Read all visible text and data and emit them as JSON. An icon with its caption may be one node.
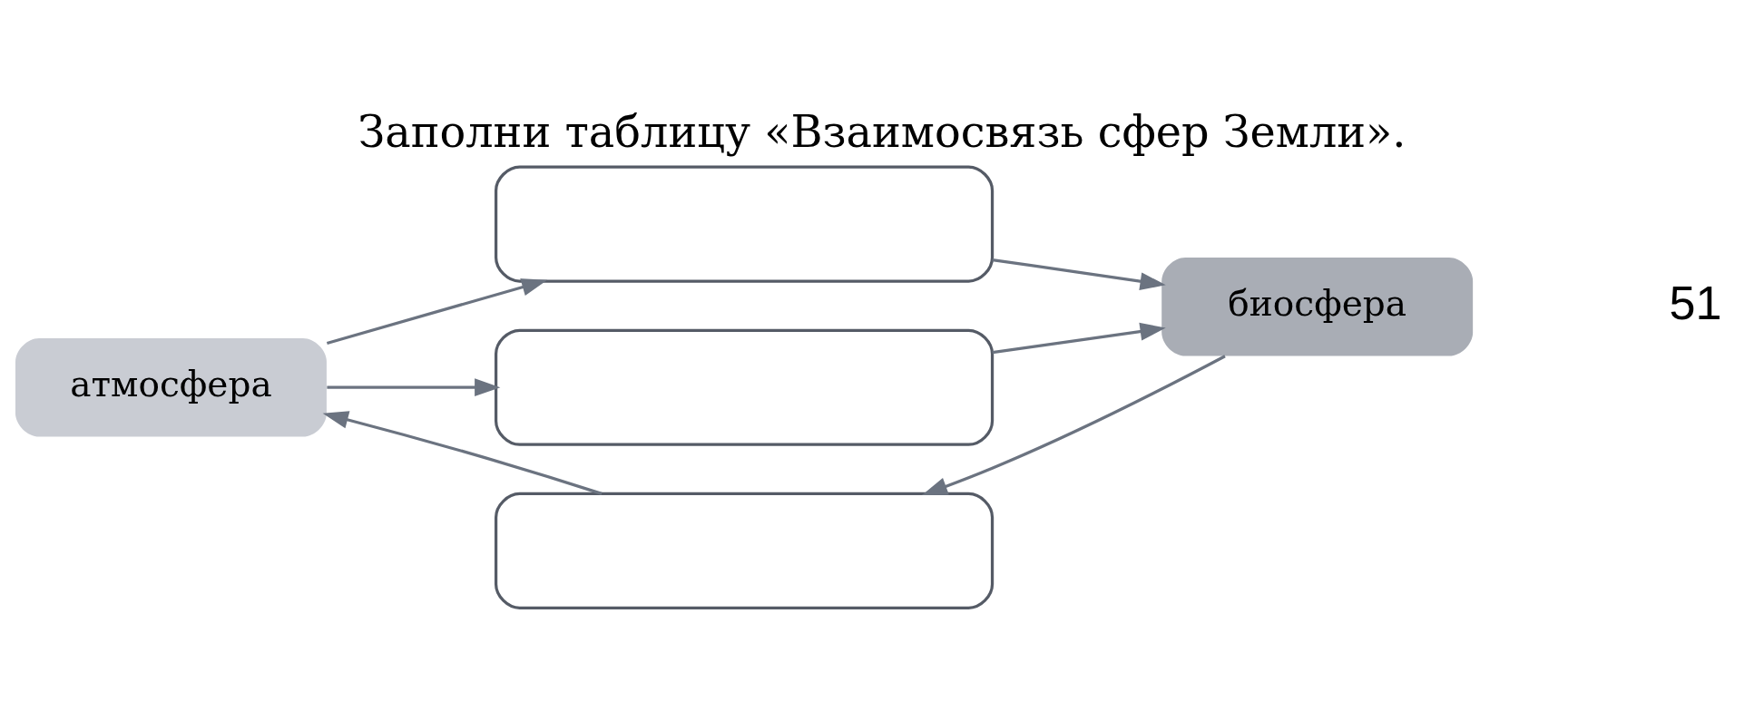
{
  "diagram": {
    "title": "Заполни таблицу «Взаимосвязь сфер Земли».",
    "nodes": [
      {
        "text": [
          "атмосфера"
        ]
      },
      {
        "text": [],
        "shape": "box"
      },
      {
        "text": [],
        "shape": "box"
      },
      {
        "text": [],
        "shape": "box"
      },
      {
        "text": [
          "биосфера"
        ]
      }
    ],
    "edges": [
      {
        "from": 0,
        "to": 1,
        "arrow": "to"
      },
      {
        "from": 1,
        "to": 4,
        "arrow": "to"
      },
      {
        "from": 0,
        "to": 2,
        "arrow": "to"
      },
      {
        "from": 2,
        "to": 4,
        "arrow": "to"
      },
      {
        "from": 4,
        "to": 3,
        "arrow": "to"
      },
      {
        "from": 3,
        "to": 0,
        "arrow": "to"
      }
    ],
    "labels": [
      "51"
    ]
  }
}
